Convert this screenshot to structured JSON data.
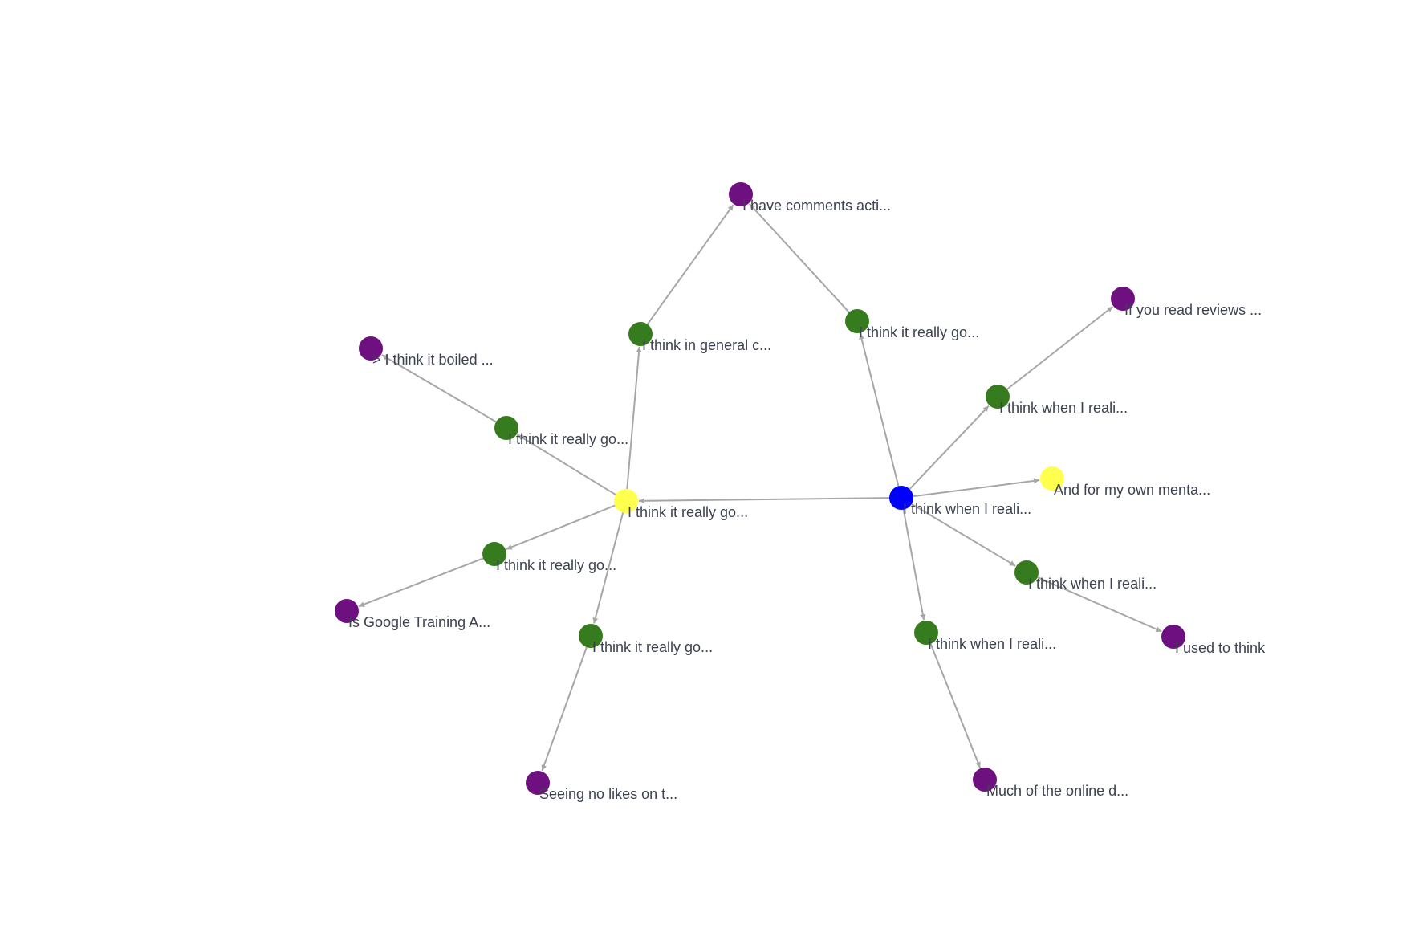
{
  "colors": {
    "root": "#0000ff",
    "hub": "#ffff4d",
    "branch": "#367c1e",
    "leaf": "#6e1080",
    "edge": "#a6a6a6",
    "label": "#3c4250"
  },
  "graph": {
    "nodes": [
      {
        "id": "n0",
        "kind": "root",
        "label": "I think when I reali..."
      },
      {
        "id": "n1",
        "kind": "hub",
        "label": "I think it really go..."
      },
      {
        "id": "n2",
        "kind": "hub",
        "label": "And for my own menta..."
      },
      {
        "id": "n3",
        "kind": "branch",
        "label": "I think it really go..."
      },
      {
        "id": "n4",
        "kind": "branch",
        "label": "I think when I reali..."
      },
      {
        "id": "n5",
        "kind": "branch",
        "label": "I think when I reali..."
      },
      {
        "id": "n6",
        "kind": "branch",
        "label": "I think when I reali..."
      },
      {
        "id": "n7",
        "kind": "branch",
        "label": "I think in general c..."
      },
      {
        "id": "n8",
        "kind": "branch",
        "label": "I think it really go..."
      },
      {
        "id": "n9",
        "kind": "branch",
        "label": "I think it really go..."
      },
      {
        "id": "n10",
        "kind": "branch",
        "label": "I think it really go..."
      },
      {
        "id": "n11",
        "kind": "leaf",
        "label": "I have comments acti..."
      },
      {
        "id": "n12",
        "kind": "leaf",
        "label": "If you read reviews ..."
      },
      {
        "id": "n13",
        "kind": "leaf",
        "label": "> I think it boiled ..."
      },
      {
        "id": "n14",
        "kind": "leaf",
        "label": "Is Google Training A..."
      },
      {
        "id": "n15",
        "kind": "leaf",
        "label": "I used to think"
      },
      {
        "id": "n16",
        "kind": "leaf",
        "label": "Seeing no likes on t..."
      },
      {
        "id": "n17",
        "kind": "leaf",
        "label": "Much of the online d..."
      }
    ],
    "edges": [
      {
        "from": "n0",
        "to": "n1"
      },
      {
        "from": "n0",
        "to": "n2"
      },
      {
        "from": "n0",
        "to": "n3"
      },
      {
        "from": "n0",
        "to": "n4"
      },
      {
        "from": "n0",
        "to": "n5"
      },
      {
        "from": "n0",
        "to": "n6"
      },
      {
        "from": "n1",
        "to": "n7"
      },
      {
        "from": "n1",
        "to": "n8"
      },
      {
        "from": "n1",
        "to": "n9"
      },
      {
        "from": "n1",
        "to": "n10"
      },
      {
        "from": "n7",
        "to": "n11"
      },
      {
        "from": "n3",
        "to": "n11"
      },
      {
        "from": "n4",
        "to": "n12"
      },
      {
        "from": "n8",
        "to": "n13"
      },
      {
        "from": "n9",
        "to": "n14"
      },
      {
        "from": "n5",
        "to": "n15"
      },
      {
        "from": "n10",
        "to": "n16"
      },
      {
        "from": "n6",
        "to": "n17"
      }
    ]
  }
}
